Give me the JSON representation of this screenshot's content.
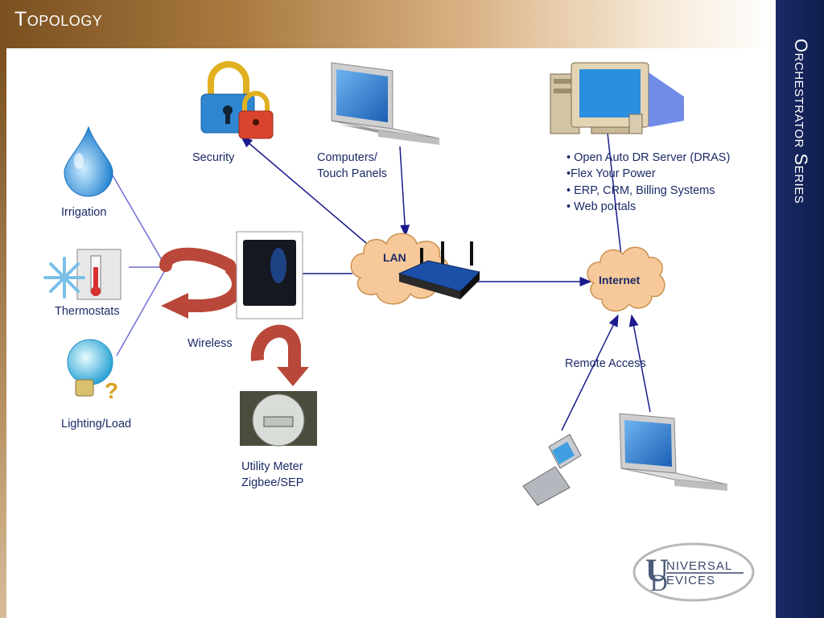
{
  "header": {
    "title": "Topology"
  },
  "sidebar": {
    "title": "Orchestrator Series"
  },
  "labels": {
    "security": "Security",
    "computers": [
      "Computers/",
      "Touch Panels"
    ],
    "irrigation": "Irrigation",
    "thermostats": "Thermostats",
    "lighting": "Lighting/Load",
    "wireless": "Wireless",
    "utility_meter": [
      "Utility Meter",
      "Zigbee/SEP"
    ],
    "remote_access": "Remote Access",
    "lan": "LAN",
    "internet": "Internet",
    "server_list": [
      "• Open Auto DR Server (DRAS)",
      "•Flex Your Power",
      "• ERP, CRM, Billing Systems",
      "• Web portals"
    ]
  },
  "logo": {
    "line1": "NIVERSAL",
    "line2": "EVICES"
  },
  "colors": {
    "header_start": "#7a5020",
    "sidebar": "#1b2b66",
    "connector": "#1a1a8c",
    "cloud": "#f7c99a",
    "arrow": "#b9473a",
    "label_text": "#1b2a66"
  }
}
